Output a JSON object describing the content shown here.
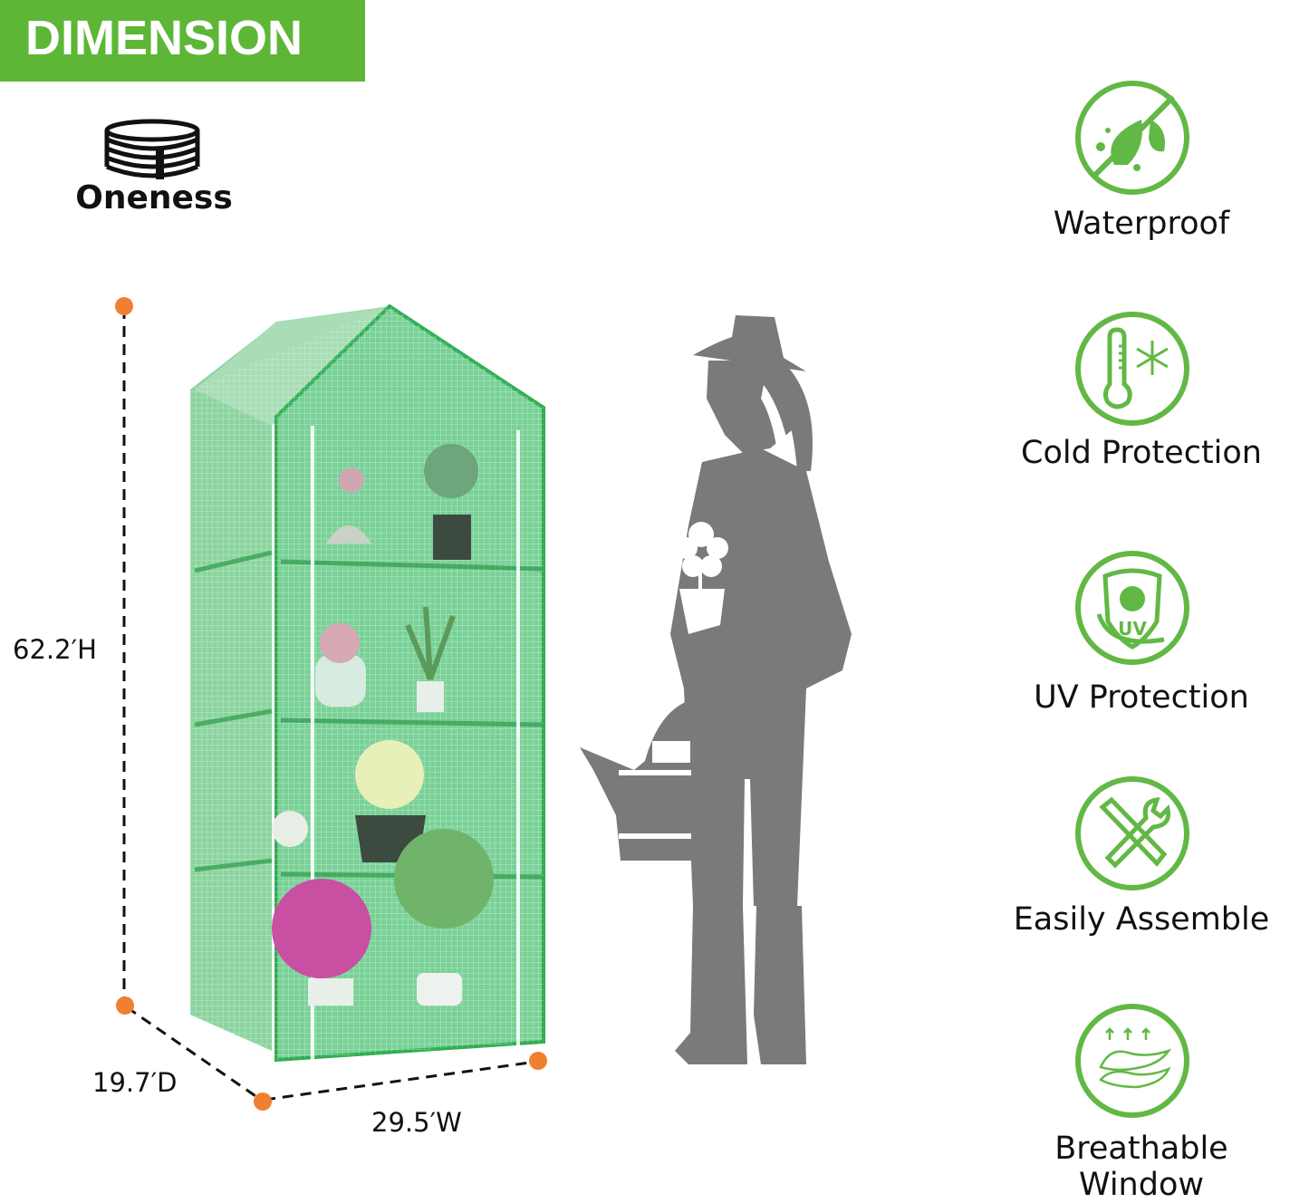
{
  "header": {
    "banner_text": "DIMENSION",
    "banner_color": "#5db636"
  },
  "brand": {
    "name": "Oneness",
    "logo_icon": "coiled-rings-logo"
  },
  "dimensions": {
    "height": "62.2′H",
    "depth": "19.7′D",
    "width": "29.5′W",
    "marker_color": "#f07f32",
    "line_style": "dashed"
  },
  "product": {
    "name": "mini greenhouse",
    "cover_color": "#3fbf6a",
    "shelves": 4
  },
  "silhouette": {
    "description": "woman with hat holding flower and watering can",
    "color": "#7a7a7c"
  },
  "features": [
    {
      "label": "Waterproof",
      "icon": "waterproof-icon"
    },
    {
      "label": "Cold Protection",
      "icon": "thermometer-snowflake-icon"
    },
    {
      "label": "UV Protection",
      "icon": "uv-shield-icon"
    },
    {
      "label": "Easily Assemble",
      "icon": "tools-icon"
    },
    {
      "label": "Breathable Window",
      "icon": "breathable-fabric-icon"
    }
  ],
  "accent_color": "#62b845"
}
